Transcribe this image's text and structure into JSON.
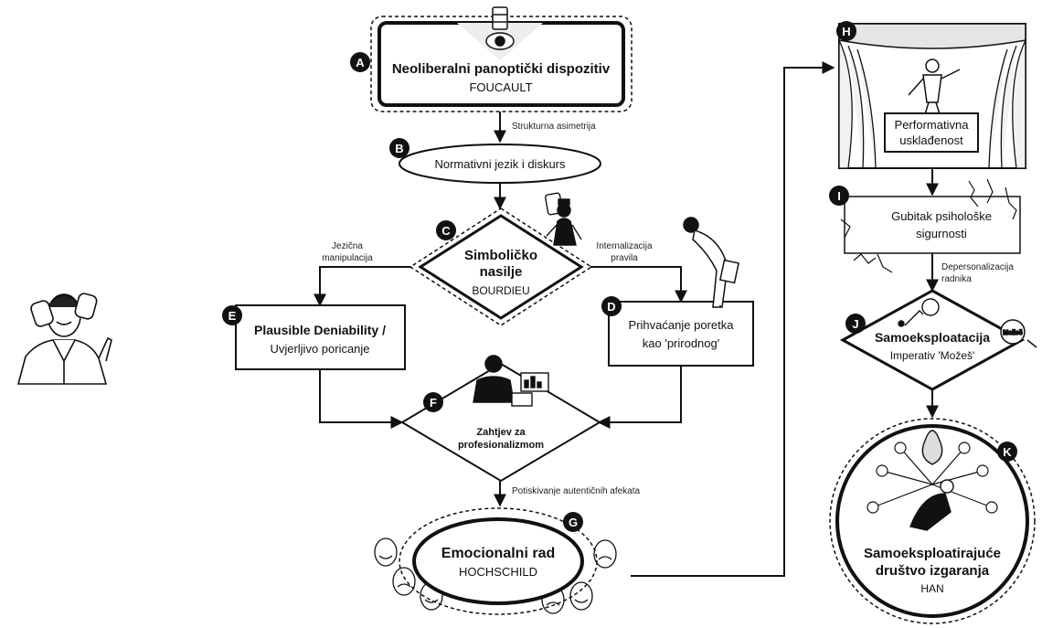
{
  "nodes": {
    "a": {
      "badge": "A",
      "title": "Neoliberalni panoptički dispozitiv",
      "subtitle": "FOUCAULT"
    },
    "b": {
      "badge": "B",
      "title": "Normativni jezik i diskurs"
    },
    "c": {
      "badge": "C",
      "title_line1": "Simboličko",
      "title_line2": "nasilje",
      "subtitle": "BOURDIEU"
    },
    "d": {
      "badge": "D",
      "line1": "Prihvaćanje poretka",
      "line2": "kao 'prirodnog'"
    },
    "e": {
      "badge": "E",
      "line1": "Plausible Deniability /",
      "line2": "Uvjerljivo poricanje"
    },
    "f": {
      "badge": "F",
      "line1": "Zahtjev za",
      "line2": "profesionalizmom"
    },
    "g": {
      "badge": "G",
      "title": "Emocionalni rad",
      "subtitle": "HOCHSCHILD"
    },
    "h": {
      "badge": "H",
      "line1": "Performativna",
      "line2": "usklađenost"
    },
    "i": {
      "badge": "I",
      "line1": "Gubitak psihološke",
      "line2": "sigurnosti"
    },
    "j": {
      "badge": "J",
      "title": "Samoeksploatacija",
      "subtitle": "Imperativ 'Možeš'",
      "rock_text": "Možeš"
    },
    "k": {
      "badge": "K",
      "line1": "Samoeksploatirajuće",
      "line2": "društvo izgaranja",
      "subtitle": "HAN"
    }
  },
  "edge_labels": {
    "ab": "Strukturna asimetrija",
    "ce_line1": "Jezična",
    "ce_line2": "manipulacija",
    "cd_line1": "Internalizacija",
    "cd_line2": "pravila",
    "fg": "Potiskivanje autentičnih afekata",
    "ij_line1": "Depersonalizacija",
    "ij_line2": "radnika"
  },
  "colors": {
    "ink": "#111111",
    "paper": "#ffffff",
    "badge": "#111111"
  }
}
